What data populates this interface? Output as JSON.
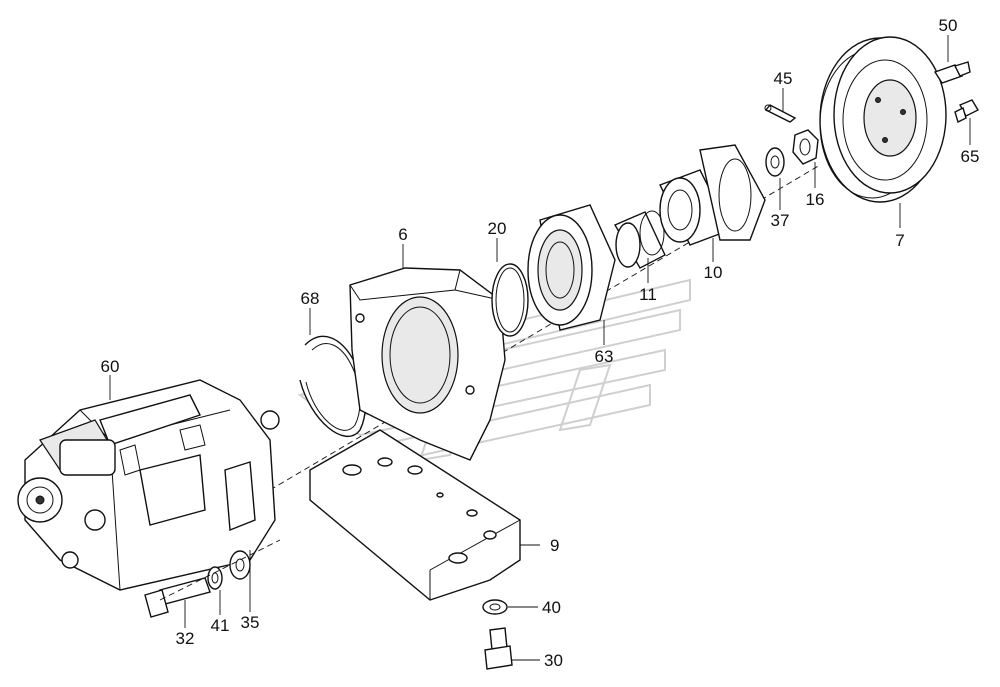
{
  "labels": {
    "p60": "60",
    "p68": "68",
    "p6": "6",
    "p20": "20",
    "p63": "63",
    "p11": "11",
    "p10": "10",
    "p37": "37",
    "p45": "45",
    "p16": "16",
    "p50": "50",
    "p65": "65",
    "p7": "7",
    "p9": "9",
    "p40": "40",
    "p30": "30",
    "p32": "32",
    "p41": "41",
    "p35": "35"
  }
}
